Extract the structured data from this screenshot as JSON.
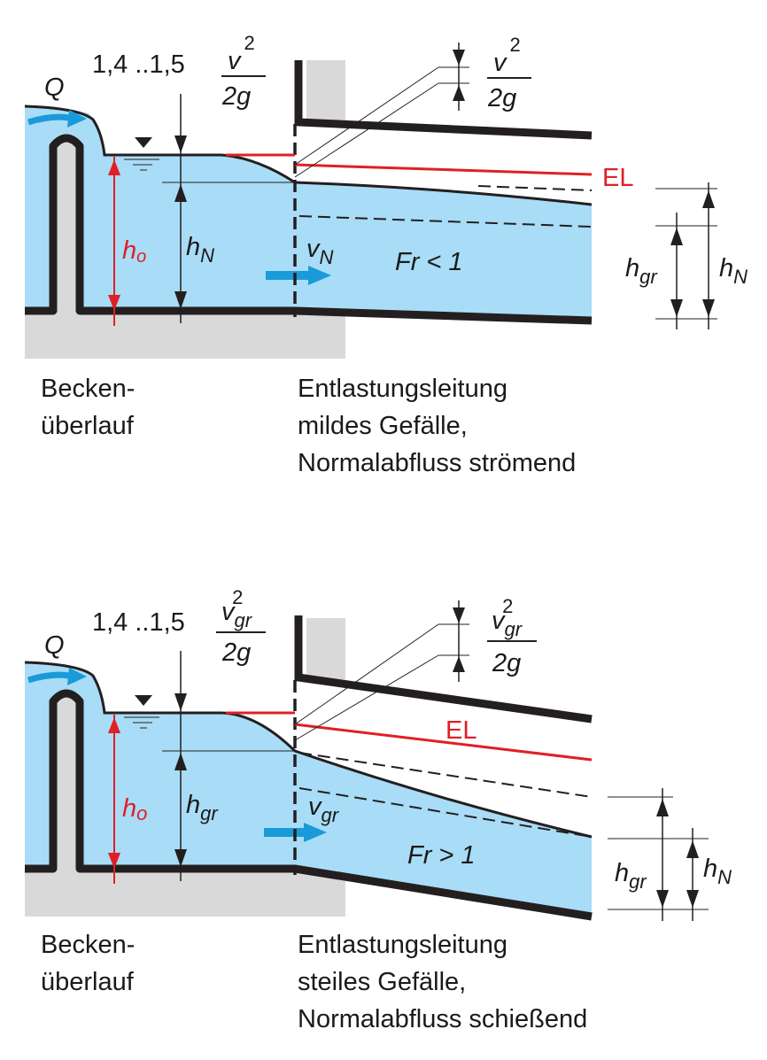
{
  "colors": {
    "water": "#a9dcf6",
    "wall": "#231f20",
    "ground": "#d9d9d9",
    "energy_line": "#e01f26",
    "flow_arrow": "#1a9ad9"
  },
  "panels": [
    {
      "q_label": "Q",
      "factor_label": "1,4 ..1,5",
      "velocity_head_num": "v",
      "velocity_head_sub": "",
      "velocity_head_exp": "2",
      "velocity_head_den": "2g",
      "right_head_num": "v",
      "right_head_sub": "",
      "right_head_exp": "2",
      "right_head_den": "2g",
      "energy_line_label": "EL",
      "h_o_main": "h",
      "h_o_sub": "o",
      "depth_main": "h",
      "depth_sub": "N",
      "velocity_main": "v",
      "velocity_sub": "N",
      "froude_label": "Fr < 1",
      "right_first_main": "h",
      "right_first_sub": "gr",
      "right_second_main": "h",
      "right_second_sub": "N",
      "caption_left": [
        "Becken-",
        "überlauf"
      ],
      "caption_right": [
        "Entlastungsleitung",
        "mildes Gefälle,",
        "Normalabfluss strömend"
      ]
    },
    {
      "q_label": "Q",
      "factor_label": "1,4 ..1,5",
      "velocity_head_num": "v",
      "velocity_head_sub": "gr",
      "velocity_head_exp": "2",
      "velocity_head_den": "2g",
      "right_head_num": "v",
      "right_head_sub": "gr",
      "right_head_exp": "2",
      "right_head_den": "2g",
      "energy_line_label": "EL",
      "h_o_main": "h",
      "h_o_sub": "o",
      "depth_main": "h",
      "depth_sub": "gr",
      "velocity_main": "v",
      "velocity_sub": "gr",
      "froude_label": "Fr > 1",
      "right_first_main": "h",
      "right_first_sub": "gr",
      "right_second_main": "h",
      "right_second_sub": "N",
      "caption_left": [
        "Becken-",
        "überlauf"
      ],
      "caption_right": [
        "Entlastungsleitung",
        "steiles Gefälle,",
        "Normalabfluss schießend"
      ]
    }
  ]
}
